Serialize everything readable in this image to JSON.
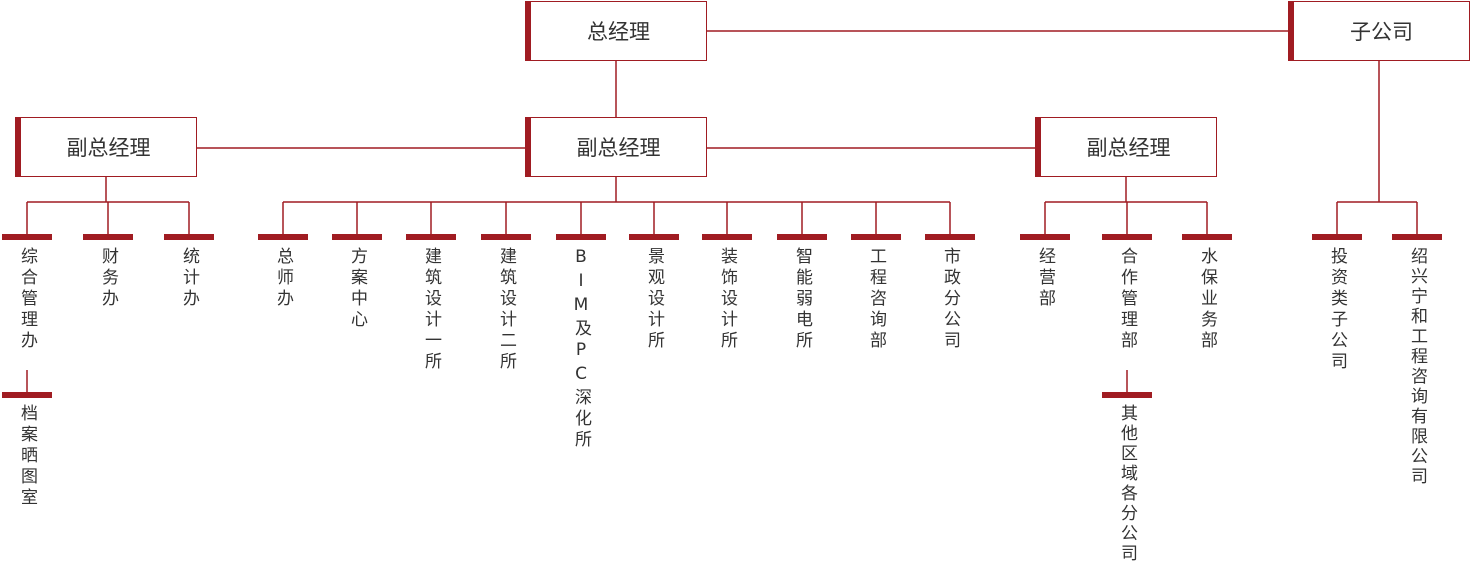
{
  "colors": {
    "accent": "#a01c22",
    "text": "#333333"
  },
  "boxes": {
    "gm": "总经理",
    "sub": "子公司",
    "vp_left": "副总经理",
    "vp_center": "副总经理",
    "vp_right": "副总经理"
  },
  "departments": {
    "d1": "综合管理办",
    "d1a": "档案晒图室",
    "d2": "财务办",
    "d3": "统计办",
    "d4": "总师办",
    "d5": "方案中心",
    "d6": "建筑设计一所",
    "d7": "建筑设计二所",
    "d8": "BIM及PC深化所",
    "d9": "景观设计所",
    "d10": "装饰设计所",
    "d11": "智能弱电所",
    "d12": "工程咨询部",
    "d13": "市政分公司",
    "d14": "经营部",
    "d15": "合作管理部",
    "d15a": "其他区域各分公司",
    "d16": "水保业务部",
    "d17": "投资类子公司",
    "d18": "绍兴宁和工程咨询有限公司"
  }
}
